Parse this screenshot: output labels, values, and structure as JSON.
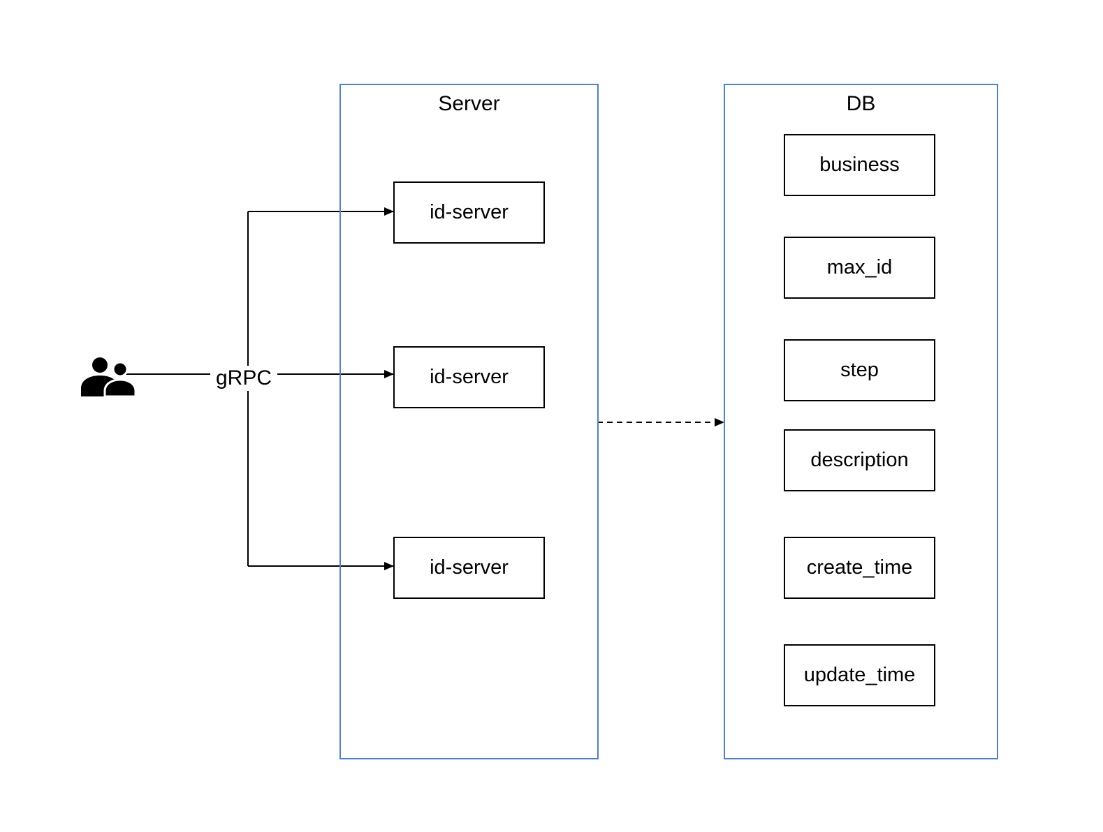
{
  "server": {
    "title": "Server",
    "nodes": [
      {
        "label": "id-server"
      },
      {
        "label": "id-server"
      },
      {
        "label": "id-server"
      }
    ]
  },
  "db": {
    "title": "DB",
    "fields": [
      {
        "label": "business"
      },
      {
        "label": "max_id"
      },
      {
        "label": "step"
      },
      {
        "label": "description"
      },
      {
        "label": "create_time"
      },
      {
        "label": "update_time"
      }
    ]
  },
  "edges": {
    "client_label": "gRPC"
  },
  "actor": {
    "icon": "users-icon"
  },
  "colors": {
    "container_border": "#4a7fe0",
    "node_border": "#000000",
    "line": "#000000"
  }
}
